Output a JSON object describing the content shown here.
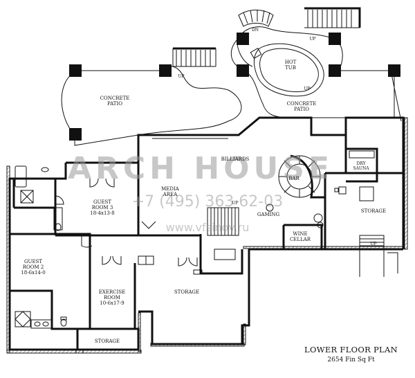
{
  "rooms": {
    "concrete_patio_left": "CONCRETE\nPATIO",
    "concrete_patio_right": "CONCRETE\nPATIO",
    "hot_tub": "HOT\nTUB",
    "billiards": "BILLIARDS",
    "media_area": "MEDIA\nAREA",
    "guest_room_3": "GUEST\nROOM 3\n18-4x13-8",
    "bar": "BAR",
    "gaming": "GAMING",
    "wine_cellar": "WINE\nCELLAR",
    "dry_sauna": "DRY\nSAUNA",
    "storage_right": "STORAGE",
    "guest_room_2": "GUEST\nROOM 2\n18-6x14-0",
    "exercise_room": "EXERCISE\nROOM\n10-6x17-9",
    "storage_center": "STORAGE",
    "storage_bottom": "STORAGE"
  },
  "stair_labels": {
    "up_patio_left": "UP",
    "up_patio_right": "UP",
    "up_deck_top": "UP",
    "up_center": "UP",
    "up_right": "UP",
    "dn_top": "DN"
  },
  "watermark": {
    "brand": "ARCH HOUSE",
    "phone": "+7 (495) 363 62-03",
    "site": "www.vfsinov.ru"
  },
  "title": "LOWER FLOOR PLAN",
  "subtitle": "2654 Fin Sq Ft"
}
